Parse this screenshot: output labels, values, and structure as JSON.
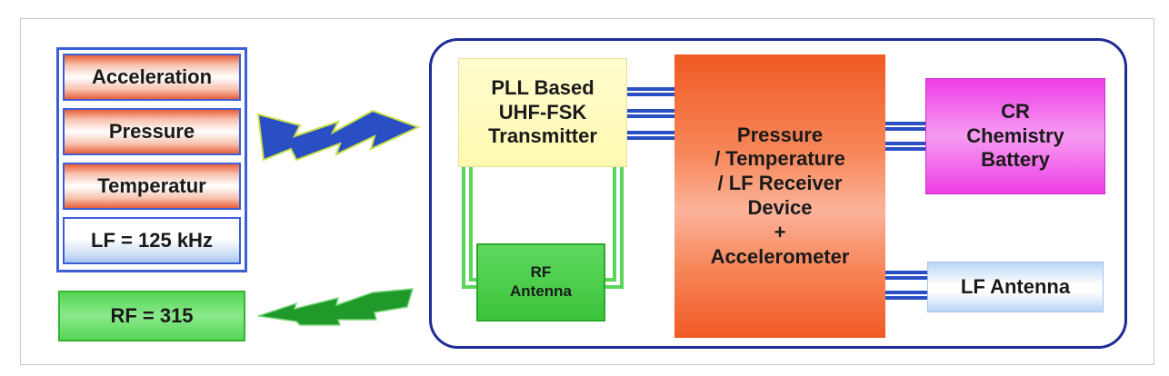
{
  "sensors": [
    {
      "label": "Acceleration"
    },
    {
      "label": "Pressure"
    },
    {
      "label": "Temperatur"
    },
    {
      "label": "LF = 125 kHz"
    }
  ],
  "rf_frequency": {
    "label": "RF = 315"
  },
  "transmitter": {
    "label": "PLL Based\nUHF-FSK\nTransmitter"
  },
  "rf_antenna": {
    "label": "RF\nAntenna"
  },
  "receiver": {
    "label": "Pressure\n/ Temperature\n/ LF Receiver\nDevice\n+\nAccelerometer"
  },
  "battery": {
    "label": "CR\nChemistry\nBattery"
  },
  "lf_antenna": {
    "label": "LF Antenna"
  },
  "colors": {
    "frame": "#1d2c96",
    "incoming_arrow": "#2a4fc4",
    "outgoing_arrow": "#1f9a2a",
    "connector": "#2a4fc4",
    "antenna_line": "#5ad65a"
  }
}
